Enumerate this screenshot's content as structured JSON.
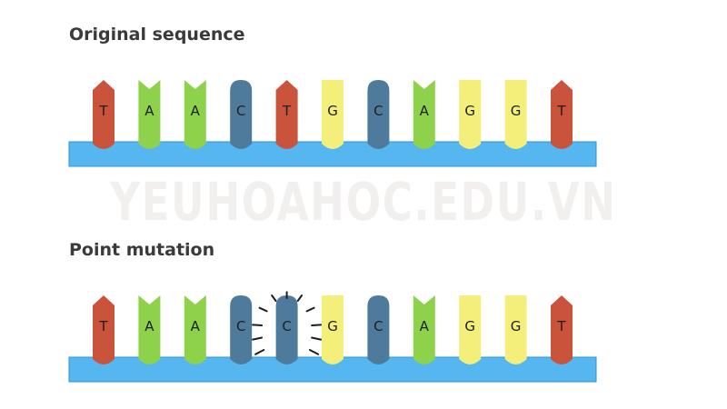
{
  "diagram": {
    "watermark": "YEUHOAHOC.EDU.VN",
    "colors": {
      "A": "#8ed14a",
      "T": "#c9533b",
      "C": "#4e7b9b",
      "G": "#f4ef7a",
      "strand": "#56b6ef",
      "strand_edge": "#2f93d6",
      "burst": "#1e1e1e"
    },
    "sections": [
      {
        "title": "Original sequence",
        "bases": [
          "T",
          "A",
          "A",
          "C",
          "T",
          "G",
          "C",
          "A",
          "G",
          "G",
          "T"
        ],
        "mutated_index": null
      },
      {
        "title": "Point mutation",
        "bases": [
          "T",
          "A",
          "A",
          "C",
          "C",
          "G",
          "C",
          "A",
          "G",
          "G",
          "T"
        ],
        "mutated_index": 4
      }
    ]
  }
}
